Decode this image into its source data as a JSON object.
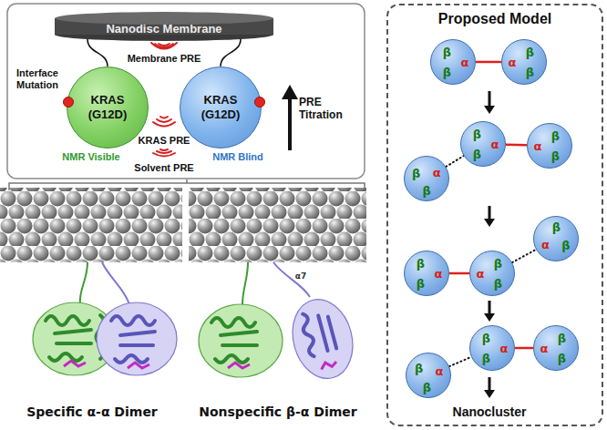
{
  "diagram": {
    "nodes": [
      {
        "text": [
          "Nanodisc Membrane"
        ]
      },
      {
        "text": [
          "KRAS (G12D)"
        ]
      },
      {
        "text": [
          "KRAS (G12D)"
        ]
      },
      {
        "text": [
          "Proposed Model"
        ]
      },
      {
        "text": [
          "α",
          "β",
          "β"
        ],
        "in": 3
      },
      {
        "text": [
          "α",
          "β",
          "β"
        ],
        "in": 3
      },
      {
        "text": [
          "α",
          "β",
          "β"
        ],
        "in": 3
      },
      {
        "text": [
          "α",
          "β",
          "β"
        ],
        "in": 3
      },
      {
        "text": [
          "α",
          "β",
          "β"
        ],
        "in": 3
      },
      {
        "text": [
          "α",
          "β",
          "β"
        ],
        "in": 3
      },
      {
        "text": [
          "α",
          "β",
          "β"
        ],
        "in": 3
      },
      {
        "text": [
          "α",
          "β",
          "β"
        ],
        "in": 3
      },
      {
        "text": [
          "α",
          "β",
          "β"
        ],
        "in": 3
      },
      {
        "text": [
          "α",
          "β",
          "β"
        ],
        "in": 3
      },
      {
        "text": [
          "α",
          "β",
          "β"
        ],
        "in": 3
      }
    ],
    "edges": [
      {
        "from": 0,
        "to": 1,
        "arrow": "none"
      },
      {
        "from": 0,
        "to": 2,
        "arrow": "none"
      },
      {
        "from": 4,
        "to": 5,
        "arrow": "none"
      },
      {
        "from": 6,
        "to": 7,
        "arrow": "none"
      },
      {
        "from": 7,
        "to": 8,
        "arrow": "none"
      },
      {
        "from": 9,
        "to": 10,
        "arrow": "none"
      },
      {
        "from": 10,
        "to": 11,
        "arrow": "none"
      },
      {
        "from": 12,
        "to": 13,
        "arrow": "none"
      },
      {
        "from": 13,
        "to": 14,
        "arrow": "none"
      }
    ],
    "labels": [
      "Interface Mutation",
      "Membrane PRE",
      "PRE Titration",
      "KRAS PRE",
      "Solvent PRE",
      "NMR Visible",
      "NMR Blind",
      "Specific α-α Dimer",
      "Nonspecific β-α Dimer",
      "α7",
      "Nanocluster"
    ]
  }
}
